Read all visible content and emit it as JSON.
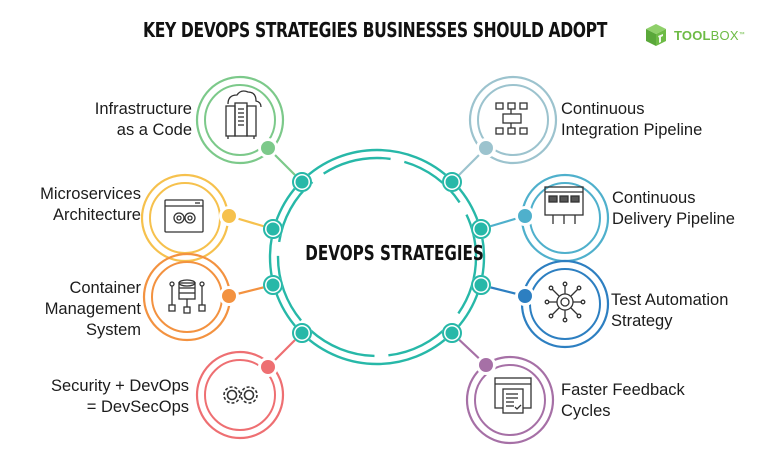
{
  "header": {
    "title": "KEY DEVOPS STRATEGIES BUSINESSES SHOULD ADOPT",
    "logo": {
      "bold_text": "TOOL",
      "light_text": "BOX",
      "trademark": "™",
      "icon": "cube-logo-icon",
      "color": "#6dbb45"
    }
  },
  "center": {
    "title": "DEVOPS STRATEGIES",
    "ring_color": "#27b8a8"
  },
  "strategies": [
    {
      "id": "iac",
      "line1": "Infrastructure",
      "line2": "as a Code",
      "line3": "",
      "side": "left",
      "color": "#7cc98a",
      "icon": "cloud-server-icon"
    },
    {
      "id": "micro",
      "line1": "Microservices",
      "line2": "Architecture",
      "line3": "",
      "side": "left",
      "color": "#f6c14d",
      "icon": "browser-gears-icon"
    },
    {
      "id": "container",
      "line1": "Container",
      "line2": "Management",
      "line3": "System",
      "side": "left",
      "color": "#f39240",
      "icon": "database-network-icon"
    },
    {
      "id": "devsecops",
      "line1": "Security + DevOps",
      "line2": "= DevSecOps",
      "line3": "",
      "side": "left",
      "color": "#ee6f72",
      "icon": "infinity-gears-icon"
    },
    {
      "id": "ci",
      "line1": "Continuous",
      "line2": "Integration Pipeline",
      "line3": "",
      "side": "right",
      "color": "#9cc3ce",
      "icon": "flowchart-icon"
    },
    {
      "id": "cd",
      "line1": "Continuous",
      "line2": "Delivery Pipeline",
      "line3": "",
      "side": "right",
      "color": "#4fb0cc",
      "icon": "pipeline-browser-icon"
    },
    {
      "id": "test",
      "line1": "Test Automation",
      "line2": "Strategy",
      "line3": "",
      "side": "right",
      "color": "#2d7fc1",
      "icon": "bug-network-icon"
    },
    {
      "id": "feedback",
      "line1": "Faster Feedback",
      "line2": "Cycles",
      "line3": "",
      "side": "right",
      "color": "#a670a6",
      "icon": "report-checklist-icon"
    }
  ]
}
